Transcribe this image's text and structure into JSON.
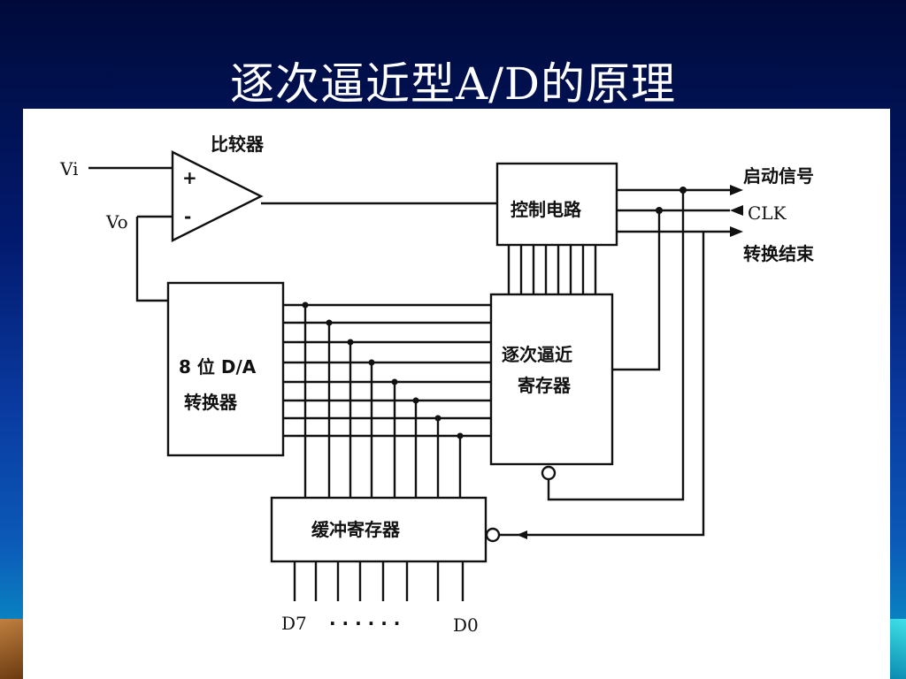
{
  "slide": {
    "title": "逐次逼近型A/D的原理"
  },
  "diagram": {
    "comparator_label": "比较器",
    "plus_sign": "+",
    "minus_sign": "-",
    "input_vi": "Vi",
    "input_vo": "Vo",
    "control_circuit": "控制电路",
    "sar_line1": "逐次逼近",
    "sar_line2": "寄存器",
    "dac_line1": "8 位 D/A",
    "dac_line2": "转换器",
    "buffer_register": "缓冲寄存器",
    "start_signal": "启动信号",
    "clk": "CLK",
    "conversion_end": "转换结束",
    "d7": "D7",
    "dots": "· · · · · ·",
    "d0": "D0"
  }
}
